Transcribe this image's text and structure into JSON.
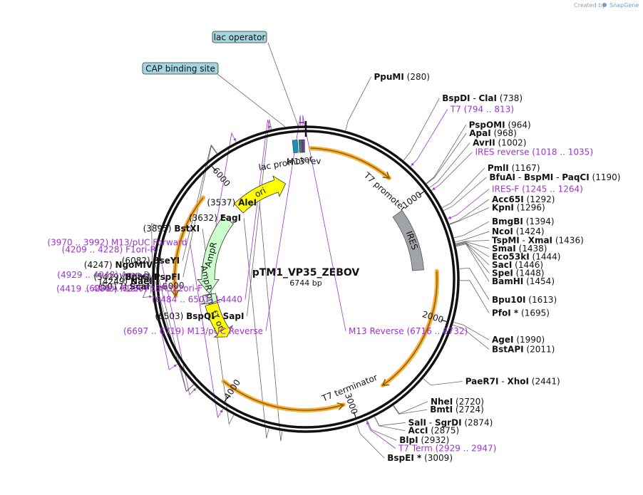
{
  "plasmid": {
    "name": "pTM1_VP35_ZEBOV",
    "length_label": "6744 bp",
    "length": 6744
  },
  "credit": {
    "prefix": "Created by",
    "brand": "SnapGene"
  },
  "colors": {
    "primer": "#9b35c9",
    "orange": "#f5a623",
    "ori": "#ffff00",
    "ampr": "#ccffcc",
    "ires": "#a0a4a8",
    "box": "#a5d6df"
  },
  "ticks": [
    {
      "bp": 1000,
      "label": "1000"
    },
    {
      "bp": 2000,
      "label": "2000"
    },
    {
      "bp": 3000,
      "label": "3000"
    },
    {
      "bp": 4000,
      "label": "4000"
    },
    {
      "bp": 5000,
      "label": "5000"
    },
    {
      "bp": 6000,
      "label": "6000"
    }
  ],
  "sites": [
    {
      "parts": [
        "PpuMI"
      ],
      "pos": "(280)",
      "bp": 280,
      "side": "right"
    },
    {
      "parts": [
        "BspDI",
        "ClaI"
      ],
      "pos": "(738)",
      "bp": 738,
      "side": "right"
    },
    {
      "parts": [
        "PspOMI"
      ],
      "pos": "(964)",
      "bp": 964,
      "side": "right"
    },
    {
      "parts": [
        "ApaI"
      ],
      "pos": "(968)",
      "bp": 968,
      "side": "right"
    },
    {
      "parts": [
        "AvrII"
      ],
      "pos": "(1002)",
      "bp": 1002,
      "side": "right"
    },
    {
      "parts": [
        "PmlI"
      ],
      "pos": "(1167)",
      "bp": 1167,
      "side": "right"
    },
    {
      "parts": [
        "BfuAI",
        "BspMI",
        "PaqCI"
      ],
      "pos": "(1190)",
      "bp": 1190,
      "side": "right"
    },
    {
      "parts": [
        "Acc65I"
      ],
      "pos": "(1292)",
      "bp": 1292,
      "side": "right"
    },
    {
      "parts": [
        "KpnI"
      ],
      "pos": "(1296)",
      "bp": 1296,
      "side": "right"
    },
    {
      "parts": [
        "BmgBI"
      ],
      "pos": "(1394)",
      "bp": 1394,
      "side": "right"
    },
    {
      "parts": [
        "NcoI"
      ],
      "pos": "(1424)",
      "bp": 1424,
      "side": "right"
    },
    {
      "parts": [
        "TspMI",
        "XmaI"
      ],
      "pos": "(1436)",
      "bp": 1436,
      "side": "right"
    },
    {
      "parts": [
        "SmaI"
      ],
      "pos": "(1438)",
      "bp": 1438,
      "side": "right"
    },
    {
      "parts": [
        "Eco53kI"
      ],
      "pos": "(1444)",
      "bp": 1444,
      "side": "right"
    },
    {
      "parts": [
        "SacI"
      ],
      "pos": "(1446)",
      "bp": 1446,
      "side": "right"
    },
    {
      "parts": [
        "SpeI"
      ],
      "pos": "(1448)",
      "bp": 1448,
      "side": "right"
    },
    {
      "parts": [
        "BamHI"
      ],
      "pos": "(1454)",
      "bp": 1454,
      "side": "right"
    },
    {
      "parts": [
        "Bpu10I"
      ],
      "pos": "(1613)",
      "bp": 1613,
      "side": "right"
    },
    {
      "parts": [
        "PfoI *"
      ],
      "pos": "(1695)",
      "bp": 1695,
      "side": "right"
    },
    {
      "parts": [
        "AgeI"
      ],
      "pos": "(1990)",
      "bp": 1990,
      "side": "right"
    },
    {
      "parts": [
        "BstAPI"
      ],
      "pos": "(2011)",
      "bp": 2011,
      "side": "right"
    },
    {
      "parts": [
        "PaeR7I",
        "XhoI"
      ],
      "pos": "(2441)",
      "bp": 2441,
      "side": "right"
    },
    {
      "parts": [
        "NheI"
      ],
      "pos": "(2720)",
      "bp": 2720,
      "side": "right"
    },
    {
      "parts": [
        "BmtI"
      ],
      "pos": "(2724)",
      "bp": 2724,
      "side": "right"
    },
    {
      "parts": [
        "SalI",
        "SgrDI"
      ],
      "pos": "(2874)",
      "bp": 2874,
      "side": "right"
    },
    {
      "parts": [
        "AccI"
      ],
      "pos": "(2875)",
      "bp": 2875,
      "side": "right"
    },
    {
      "parts": [
        "BlpI"
      ],
      "pos": "(2932)",
      "bp": 2932,
      "side": "right"
    },
    {
      "parts": [
        "BspEI *"
      ],
      "pos": "(3009)",
      "bp": 3009,
      "side": "right"
    },
    {
      "parts": [
        "AleI"
      ],
      "pos": "(3537)",
      "bp": 3537,
      "side": "left"
    },
    {
      "parts": [
        "EagI"
      ],
      "pos": "(3632)",
      "bp": 3632,
      "side": "left"
    },
    {
      "parts": [
        "BstXI"
      ],
      "pos": "(3895)",
      "bp": 3895,
      "side": "left"
    },
    {
      "parts": [
        "NgoMIV"
      ],
      "pos": "(4247)",
      "bp": 4247,
      "side": "left"
    },
    {
      "parts": [
        "NaeI"
      ],
      "pos": "(4249)",
      "bp": 4249,
      "side": "left"
    },
    {
      "parts": [
        "ScaI"
      ],
      "pos": "(5017)",
      "bp": 5017,
      "side": "left"
    },
    {
      "parts": [
        "BpmI"
      ],
      "pos": "(5429)",
      "bp": 5429,
      "side": "left"
    },
    {
      "parts": [
        "BseYI"
      ],
      "pos": "(6082)",
      "bp": 6082,
      "side": "left"
    },
    {
      "parts": [
        "PspFI"
      ],
      "pos": "(6086)",
      "bp": 6086,
      "side": "left"
    },
    {
      "parts": [
        "BspQI",
        "SapI"
      ],
      "pos": "(6503)",
      "bp": 6503,
      "side": "left"
    }
  ],
  "primers": [
    {
      "name": "M13 Reverse",
      "range": "(6716 .. 6732)",
      "bp": 6724,
      "side": "right"
    },
    {
      "name": "T7",
      "range": "(794 .. 813)",
      "bp": 803,
      "side": "right"
    },
    {
      "name": "IRES reverse",
      "range": "(1018 .. 1035)",
      "bp": 1026,
      "side": "right"
    },
    {
      "name": "IRES-F",
      "range": "(1245 .. 1264)",
      "bp": 1254,
      "side": "right"
    },
    {
      "name": "T7 Term",
      "range": "(2929 .. 2947)",
      "bp": 2938,
      "side": "right"
    },
    {
      "name": "M13/pUC Forward",
      "range": "(3970 .. 3992)",
      "bp": 3981,
      "side": "left"
    },
    {
      "name": "F1ori-R",
      "range": "(4209 .. 4228)",
      "bp": 4218,
      "side": "left"
    },
    {
      "name": "F1ori-F",
      "range": "(4419 .. 4440)",
      "bp": 4430,
      "side": "left"
    },
    {
      "name": "Amp-R",
      "range": "(4929 .. 4948)",
      "bp": 4938,
      "side": "left"
    },
    {
      "name": "pBR322ori-F",
      "range": "(6231 .. 6250)",
      "bp": 6240,
      "side": "left"
    },
    {
      "name": "L4440",
      "range": "(6484 .. 6501)",
      "bp": 6492,
      "side": "left"
    },
    {
      "name": "M13/pUC Reverse",
      "range": "(6697 .. 6719)",
      "bp": 6708,
      "side": "left"
    }
  ],
  "boxed_features": [
    {
      "name": "lac operator",
      "bp": 6690
    },
    {
      "name": "CAP binding site",
      "bp": 6600
    }
  ],
  "features": [
    {
      "name": "ori",
      "type": "arrow",
      "start": 5930,
      "end": 6520,
      "color": "ori"
    },
    {
      "name": "AmpR",
      "type": "arrow",
      "start": 4900,
      "end": 5760,
      "color": "ampr",
      "reverse": true
    },
    {
      "name": "AmpR promoter",
      "type": "arrow",
      "start": 4790,
      "end": 4890,
      "color": "ampr",
      "reverse": true
    },
    {
      "name": "f1 ori",
      "type": "arrow",
      "start": 4380,
      "end": 4780,
      "color": "ori",
      "reverse": true
    },
    {
      "name": "IRES",
      "type": "box",
      "start": 1020,
      "end": 1600,
      "color": "ires"
    },
    {
      "name": "lac promoter",
      "type": "label",
      "bp": 6560
    },
    {
      "name": "M13 rev",
      "type": "label",
      "bp": 6725
    },
    {
      "name": "T7 promoter",
      "type": "label",
      "bp": 790
    },
    {
      "name": "T7 terminator",
      "type": "label",
      "bp": 2960
    }
  ],
  "orfs": [
    {
      "start": 40,
      "end": 740
    },
    {
      "start": 1620,
      "end": 2700
    },
    {
      "start": 3060,
      "end": 4100,
      "reverse": true
    },
    {
      "start": 4920,
      "end": 5780,
      "reverse": true
    }
  ]
}
